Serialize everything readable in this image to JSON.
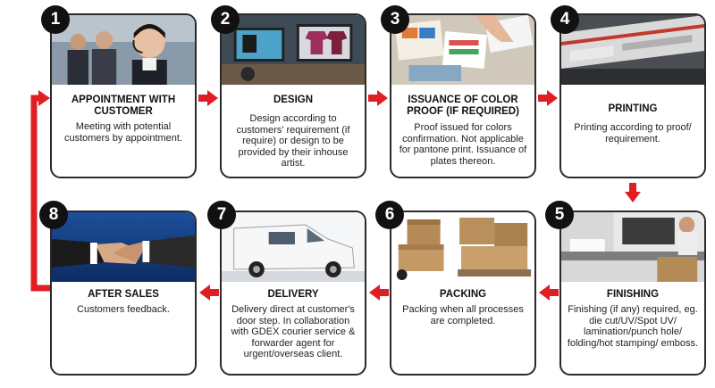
{
  "colors": {
    "arrow": "#e11d24",
    "badge": "#111111",
    "border": "#2a2a2a"
  },
  "steps": [
    {
      "number": "1",
      "title": "APPOINTMENT WITH CUSTOMER",
      "desc": "Meeting with potential customers by appointment.",
      "image": "call-center-agents"
    },
    {
      "number": "2",
      "title": "DESIGN",
      "desc": "Design according to customers' requirement (if require) or design to be provided by their inhouse artist.",
      "image": "designer-at-computer"
    },
    {
      "number": "3",
      "title": "ISSUANCE OF COLOR PROOF (IF REQUIRED)",
      "desc": "Proof issued for colors confirmation. Not applicable for pantone print. Issuance of plates thereon.",
      "image": "color-proof-sheets"
    },
    {
      "number": "4",
      "title": "PRINTING",
      "desc": "Printing according to proof/ requirement.",
      "image": "printing-machine"
    },
    {
      "number": "5",
      "title": "FINISHING",
      "desc": "Finishing (if any) required, eg. die cut/UV/Spot UV/ lamination/punch hole/ folding/hot stamping/ emboss.",
      "image": "finishing-machine"
    },
    {
      "number": "6",
      "title": "PACKING",
      "desc": "Packing when all processes are completed.",
      "image": "cardboard-boxes"
    },
    {
      "number": "7",
      "title": "DELIVERY",
      "desc": "Delivery direct at customer's door step. In collaboration with GDEX courier service & forwarder agent for urgent/overseas client.",
      "image": "delivery-van"
    },
    {
      "number": "8",
      "title": "AFTER SALES",
      "desc": "Customers feedback.",
      "image": "handshake"
    }
  ]
}
